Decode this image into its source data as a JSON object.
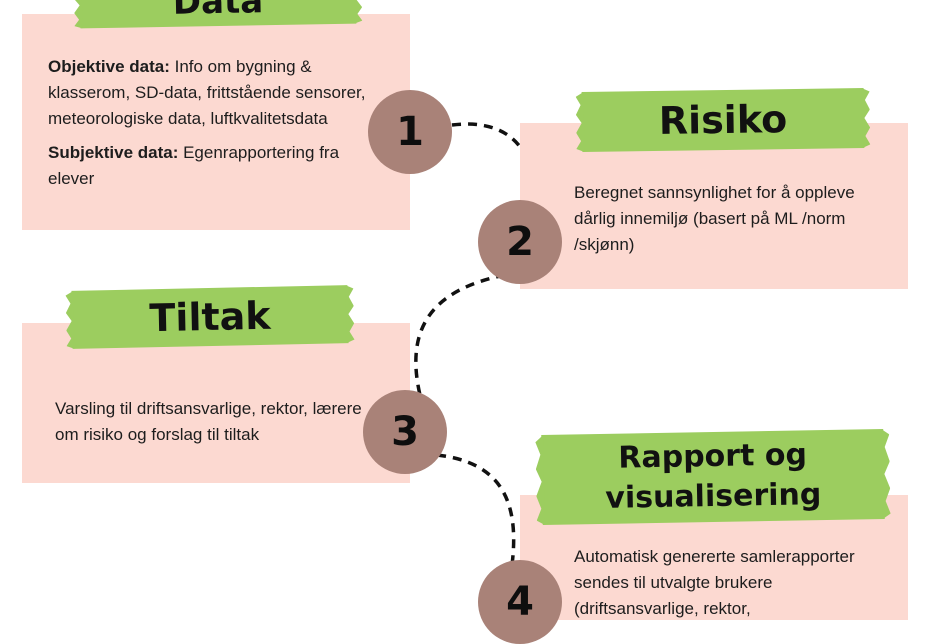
{
  "steps": [
    {
      "number": "1",
      "title": "Data",
      "label_objective": "Objektive data:",
      "text_objective": " Info om bygning & klasserom, SD-data, frittstående sensorer, meteorologiske data, luftkvalitetsdata",
      "label_subjective": "Subjektive data:",
      "text_subjective": " Egenrapportering fra elever"
    },
    {
      "number": "2",
      "title": "Risiko",
      "text": "Beregnet sannsynlighet for å oppleve dårlig innemiljø (basert på ML /norm /skjønn)"
    },
    {
      "number": "3",
      "title": "Tiltak",
      "text": "Varsling til driftsansvarlige, rektor, lærere om risiko og forslag til tiltak"
    },
    {
      "number": "4",
      "title_line1": "Rapport og",
      "title_line2": "visualisering",
      "text": "Automatisk genererte samlerapporter sendes til utvalgte brukere (driftsansvarlige, rektor,"
    }
  ],
  "colors": {
    "card": "#fcd9d1",
    "tape": "#9ccd5f",
    "circle": "#a98278"
  }
}
